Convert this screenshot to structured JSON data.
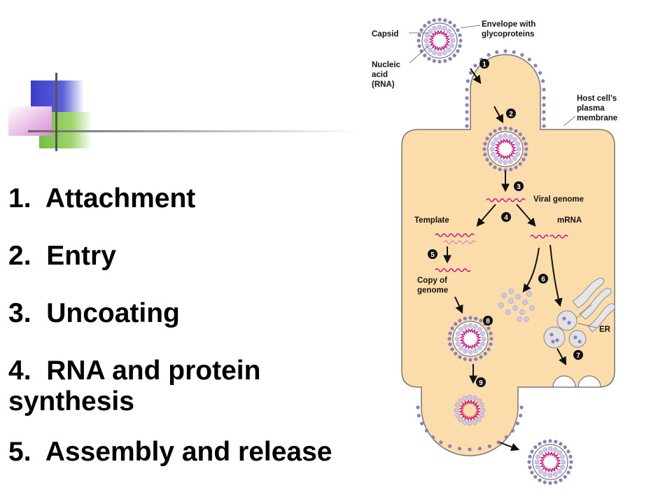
{
  "steps": [
    {
      "number": "1.",
      "text": "Attachment"
    },
    {
      "number": "2.",
      "text": "Entry"
    },
    {
      "number": "3.",
      "text": "Uncoating"
    },
    {
      "number": "4.",
      "text": "RNA and protein",
      "text2": "synthesis"
    },
    {
      "number": "5.",
      "text": "Assembly and release"
    }
  ],
  "diagram": {
    "labels": {
      "capsid": "Capsid",
      "envelope_1": "Envelope with",
      "envelope_2": "glycoproteins",
      "nucleic_1": "Nucleic",
      "nucleic_2": "acid",
      "nucleic_3": "(RNA)",
      "host_1": "Host cell’s",
      "host_2": "plasma",
      "host_3": "membrane",
      "viral_genome": "Viral genome",
      "template": "Template",
      "mrna": "mRNA",
      "copy_1": "Copy of",
      "copy_2": "genome",
      "er": "ER"
    },
    "step_numbers": [
      "1",
      "2",
      "3",
      "4",
      "5",
      "6",
      "7",
      "8",
      "9"
    ]
  },
  "colors": {
    "cell_fill": "#fbdcab",
    "cell_stroke": "#777777",
    "dot": "#8c7fc0",
    "rna": "#d1127c",
    "deco_blue": "#3b3fc4",
    "deco_green": "#7cc242",
    "deco_pink": "#e07ad8"
  }
}
